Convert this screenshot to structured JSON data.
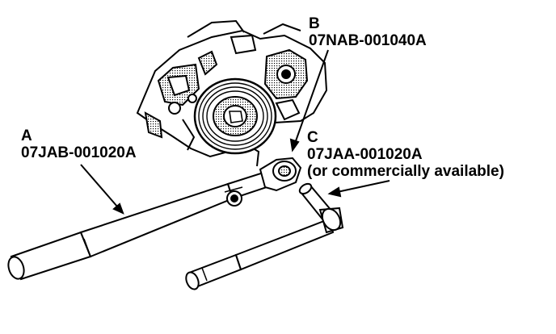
{
  "labels": {
    "a": {
      "letter": "A",
      "part_number": "07JAB-001020A"
    },
    "b": {
      "letter": "B",
      "part_number": "07NAB-001040A"
    },
    "c": {
      "letter": "C",
      "part_number": "07JAA-001020A",
      "note": "(or commercially available)"
    }
  }
}
